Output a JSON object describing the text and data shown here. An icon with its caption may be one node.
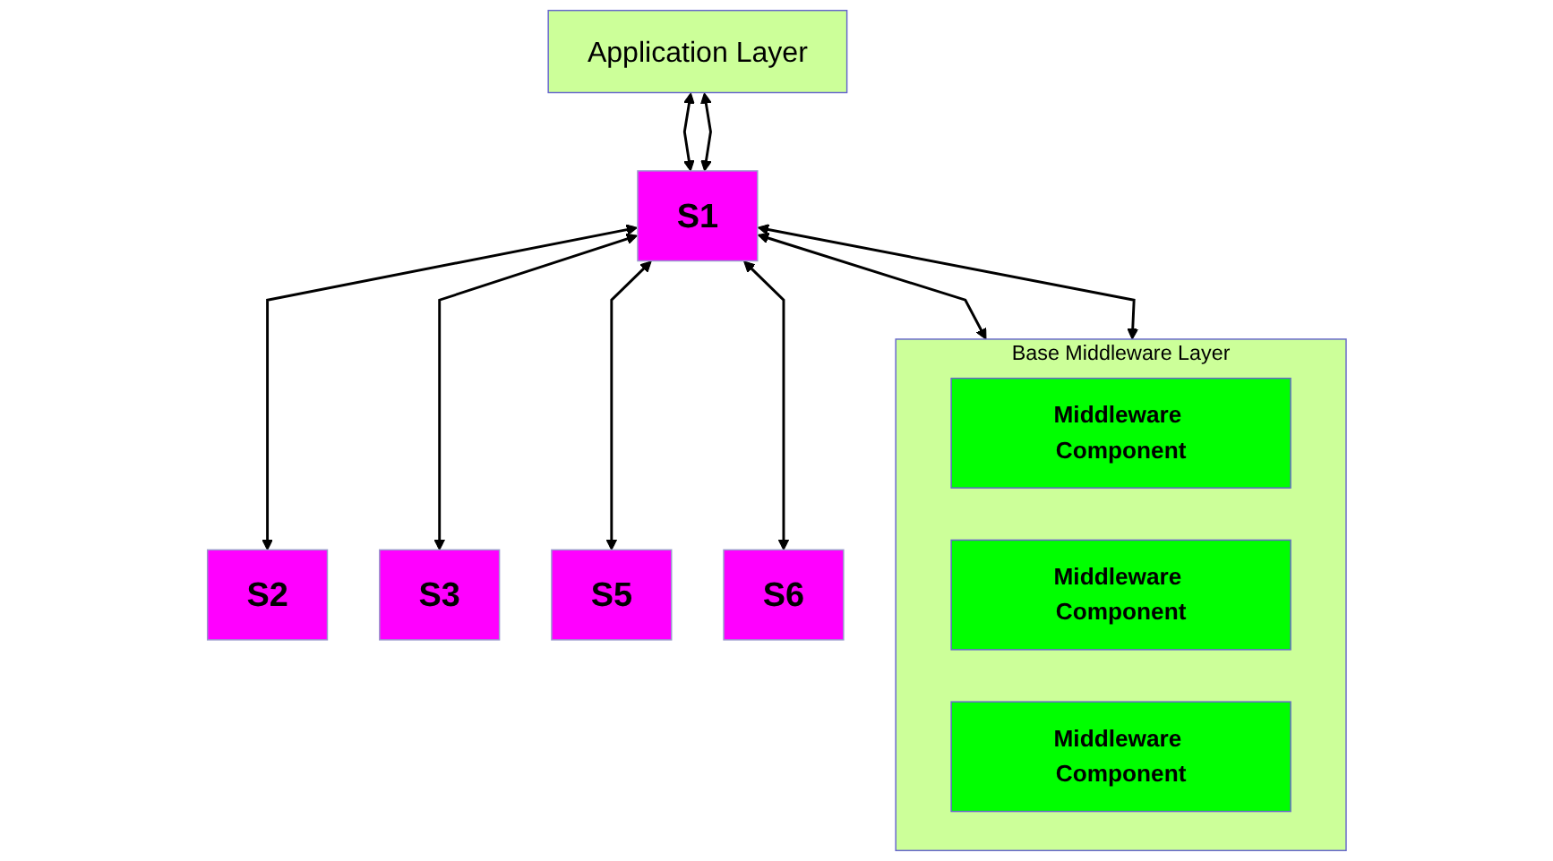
{
  "diagram": {
    "nodes": [
      {
        "text": [
          "Application Layer"
        ]
      },
      {
        "text": [
          "S2"
        ]
      },
      {
        "text": [
          "S3"
        ]
      },
      {
        "text": [
          "S1"
        ]
      },
      {
        "text": [
          "S5"
        ]
      },
      {
        "text": [
          "S6"
        ]
      },
      {
        "text": [
          "Base Middleware Layer"
        ]
      },
      {
        "text": [
          "Middleware Component"
        ],
        "in": 6
      },
      {
        "text": [
          "Middleware Component"
        ],
        "in": 6
      },
      {
        "text": [
          "Middleware Component"
        ],
        "in": 6
      }
    ],
    "edges": [
      {
        "from": 0,
        "to": 3,
        "arrow": "both"
      },
      {
        "from": 0,
        "to": 3,
        "arrow": "both"
      },
      {
        "from": 3,
        "to": 1,
        "arrow": "both"
      },
      {
        "from": 3,
        "to": 2,
        "arrow": "both"
      },
      {
        "from": 3,
        "to": 4,
        "arrow": "both"
      },
      {
        "from": 3,
        "to": 5,
        "arrow": "both"
      },
      {
        "from": 3,
        "to": 6,
        "arrow": "both"
      },
      {
        "from": 3,
        "to": 6,
        "arrow": "both"
      }
    ]
  }
}
